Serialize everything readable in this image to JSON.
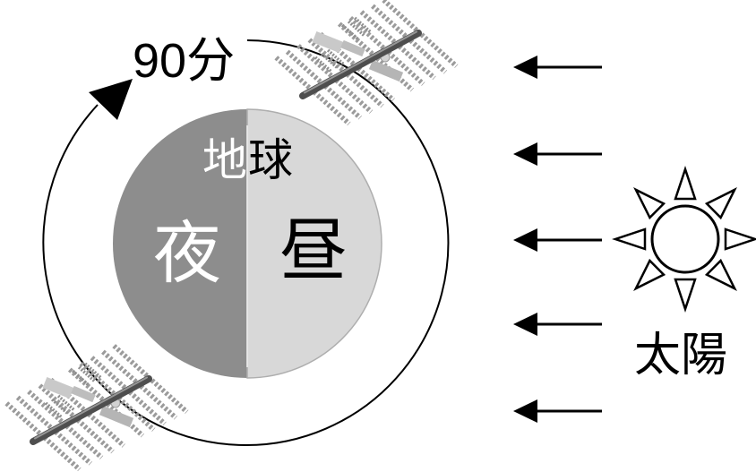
{
  "labels": {
    "orbit_period": "90分",
    "earth_night_char": "地",
    "earth_day_char": "球",
    "night": "夜",
    "day": "昼",
    "sun": "太陽"
  },
  "colors": {
    "night_hemisphere": "#8d8d8d",
    "day_hemisphere": "#d8d8d8",
    "ink": "#000000",
    "iss_panel": "#9b9b9b",
    "iss_truss": "#4e4e4e"
  },
  "orbit": {
    "direction": "clockwise",
    "period_label": "90分"
  },
  "sunlight": {
    "arrow_count": 5,
    "direction": "left"
  },
  "icons": {
    "sun": "sun-icon",
    "iss": "iss-icon",
    "orbit_arrowhead": "orbit-direction-arrowhead-icon",
    "sunlight_arrow": "sunlight-arrow-icon"
  }
}
